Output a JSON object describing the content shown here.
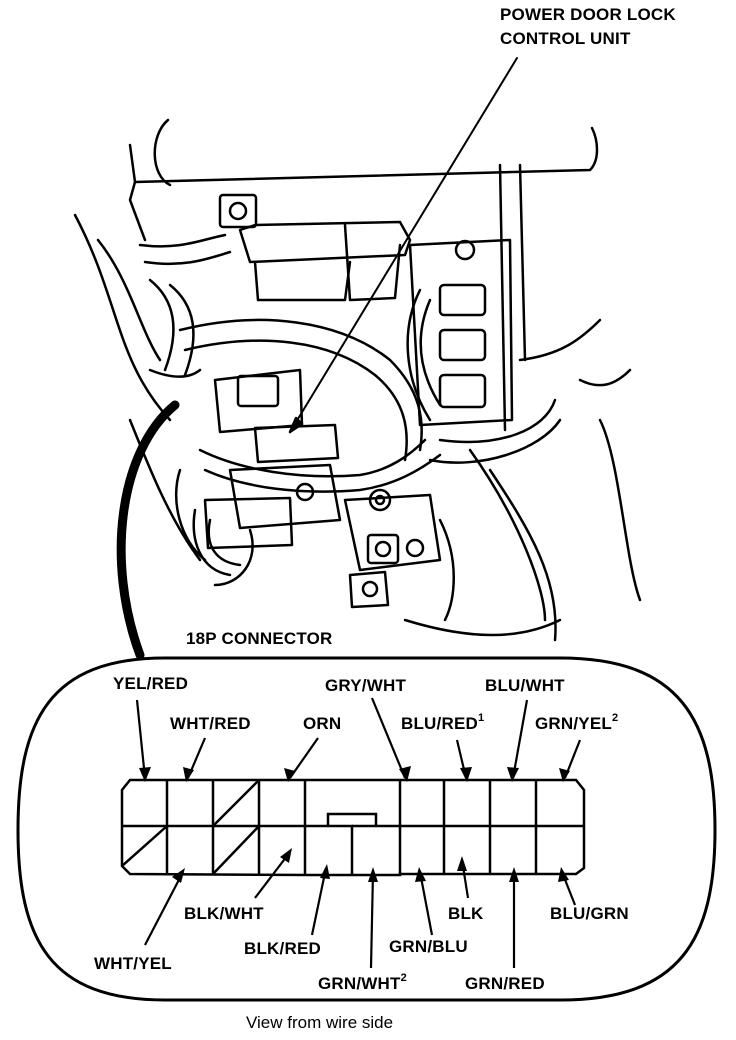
{
  "callout": {
    "title_line1": "POWER DOOR LOCK",
    "title_line2": "CONTROL UNIT"
  },
  "connector": {
    "title": "18P CONNECTOR",
    "caption": "View from wire side",
    "top_labels": {
      "yel_red": "YEL/RED",
      "wht_red": "WHT/RED",
      "orn": "ORN",
      "gry_wht": "GRY/WHT",
      "blu_red": "BLU/RED",
      "blu_red_note": "1",
      "blu_wht": "BLU/WHT",
      "grn_yel": "GRN/YEL",
      "grn_yel_note": "2"
    },
    "bottom_labels": {
      "blk_wht": "BLK/WHT",
      "wht_yel": "WHT/YEL",
      "blk_red": "BLK/RED",
      "grn_wht": "GRN/WHT",
      "grn_wht_note": "2",
      "grn_blu": "GRN/BLU",
      "blk": "BLK",
      "grn_red": "GRN/RED",
      "blu_grn": "BLU/GRN"
    }
  }
}
